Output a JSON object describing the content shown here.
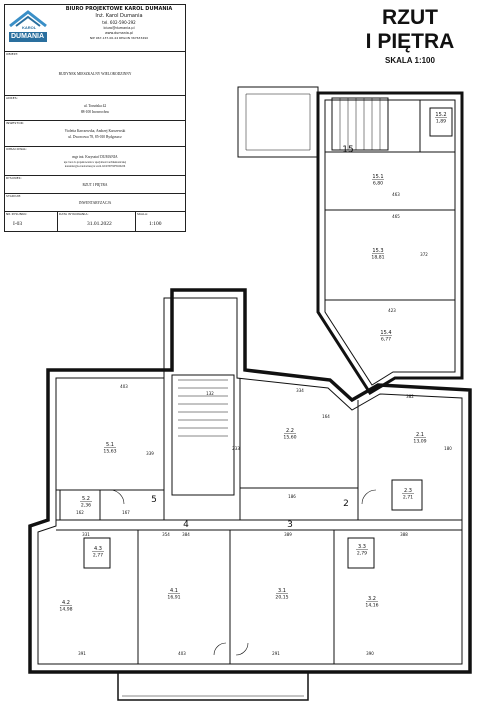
{
  "office": {
    "name": "BIURO PROJEKTOWE KAROL DUMANIA",
    "person": "Inż. Karol Dumania",
    "phone": "tel. 602-590-292",
    "email": "biuro@dumania.pl",
    "web": "www.dumania.pl",
    "nip": "NIP 967-137-06-44 REGON 367633490",
    "logo_small": "KAROL",
    "logo_big": "DUMANIA"
  },
  "title_block": {
    "object_label": "OBIEKT:",
    "object": "BUDYNEK MIESZKALNY WIELORODZINNY",
    "address_label": "ADRES:",
    "address_line1": "ul. Toruńska 42",
    "address_line2": "88-100 Inowrocław",
    "investor_label": "INWESTOR:",
    "investor_line1": "Violetta Karczewska, Andrzej Karczewski",
    "investor_line2": "ul. Dworcowa 78, 85-010 Bydgoszcz",
    "author_label": "OPRACOWAŁ:",
    "author_line1": "mgr inż. Krzysztof DUMANIA",
    "author_line2": "upr. bud. do projektowania w specjalności architektonicznej",
    "author_line3": "konstrukcyjno-budowlanej nr ewid. KUP/0078/PWOK/06",
    "drawing_label": "RYSUNEK:",
    "drawing": "RZUT I PIĘTRA",
    "stage_label": "STADIUM:",
    "stage": "INWENTARYZACJA",
    "number_label": "NR RYSUNKU:",
    "number": "I-03",
    "date_label": "DATA WYKONANIA:",
    "date": "31.01.2022",
    "scale_label": "SKALA:",
    "scale": "1:100"
  },
  "heading": {
    "line1": "RZUT",
    "line2": "I PIĘTRA",
    "scale": "SKALA 1:100"
  },
  "rooms": [
    {
      "id": "15.1",
      "area": "6,80"
    },
    {
      "id": "15.2",
      "area": "1,89"
    },
    {
      "id": "15.3",
      "area": "18,81"
    },
    {
      "id": "15.4",
      "area": "6,77"
    },
    {
      "id": "2.2",
      "area": "15,60"
    },
    {
      "id": "2.1",
      "area": "13,09"
    },
    {
      "id": "2.3",
      "area": "2,71"
    },
    {
      "id": "5.1",
      "area": "15,63"
    },
    {
      "id": "5.2",
      "area": "2,36"
    },
    {
      "id": "4.3",
      "area": "2,77"
    },
    {
      "id": "4.2",
      "area": "14,98"
    },
    {
      "id": "4.1",
      "area": "16,91"
    },
    {
      "id": "3.1",
      "area": "20,15"
    },
    {
      "id": "3.2",
      "area": "14,16"
    },
    {
      "id": "3.3",
      "area": "2,79"
    }
  ],
  "zones": [
    "15",
    "5",
    "4",
    "3",
    "2"
  ],
  "dimensions": [
    "463",
    "465",
    "372",
    "423",
    "403",
    "334",
    "164",
    "382",
    "186",
    "132",
    "162",
    "167",
    "384",
    "389",
    "388",
    "331",
    "291",
    "403",
    "390",
    "391",
    "339",
    "354",
    "233",
    "180"
  ]
}
